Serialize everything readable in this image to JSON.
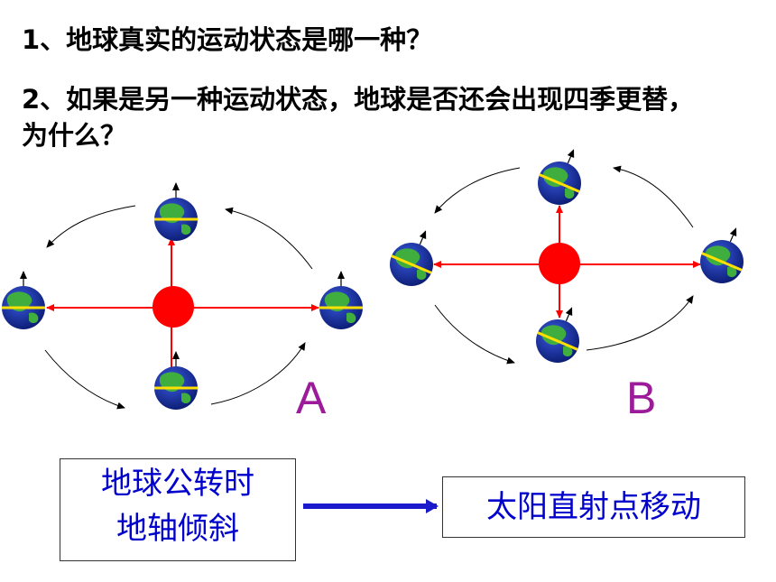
{
  "questions": {
    "q1": "1、地球真实的运动状态是哪一种？",
    "q2": "2、如果是另一种运动状态，地球是否还会出现四季更替，为什么？"
  },
  "diagrams": {
    "a_label": "A",
    "b_label": "B"
  },
  "flow": {
    "cause_line1": "地球公转时",
    "cause_line2": "地轴倾斜",
    "effect": "太阳直射点移动"
  },
  "colors": {
    "sun": "#ff0000",
    "orbit_axis_lines": "#ff0000",
    "earth_ocean": "#1a35b0",
    "earth_land": "#3fae3f",
    "equator": "#ffe000",
    "label_letters": "#9b1b9b",
    "box_text": "#0000cc",
    "flow_arrow": "#1a1acc"
  }
}
